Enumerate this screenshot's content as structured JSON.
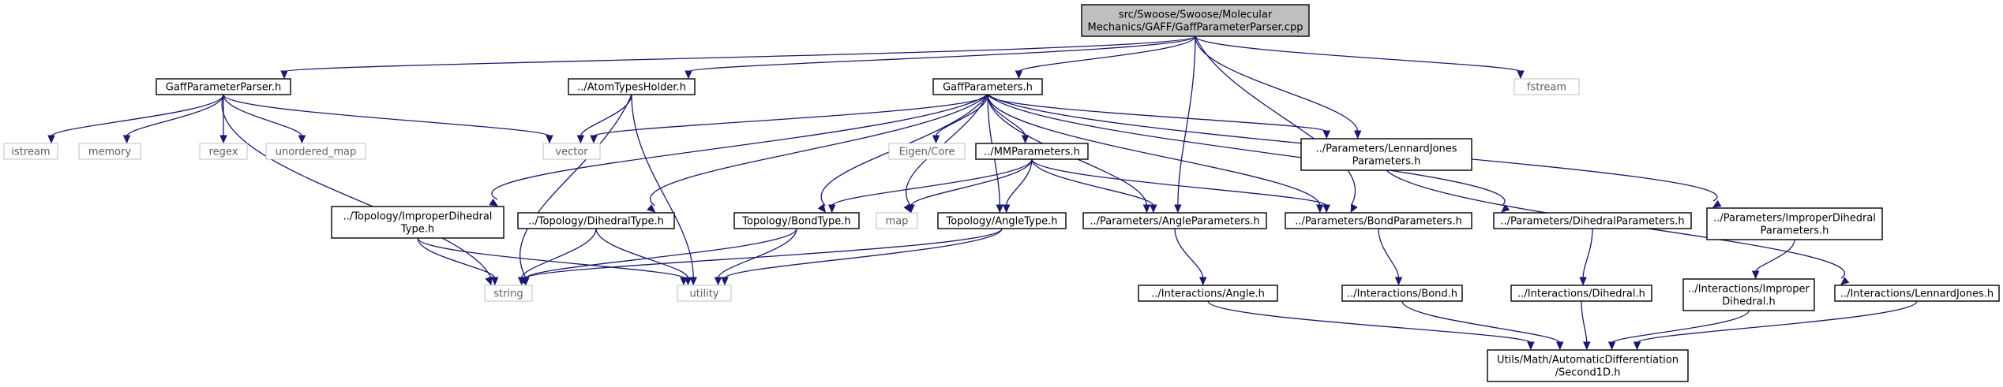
{
  "colors": {
    "edge": "#191970",
    "root_fill": "#bfbfbf",
    "node_border": "#000000",
    "external_border": "#bfbfbf",
    "external_text": "#5f5f5f"
  },
  "nodes": [
    {
      "id": "root",
      "lines": [
        "src/Swoose/Swoose/Molecular",
        "Mechanics/GAFF/GaffParameterParser.cpp"
      ],
      "kind": "root"
    },
    {
      "id": "gpp_h",
      "lines": [
        "GaffParameterParser.h"
      ],
      "kind": "file"
    },
    {
      "id": "ath_h",
      "lines": [
        "../AtomTypesHolder.h"
      ],
      "kind": "file"
    },
    {
      "id": "gp_h",
      "lines": [
        "GaffParameters.h"
      ],
      "kind": "file"
    },
    {
      "id": "fstream",
      "lines": [
        "fstream"
      ],
      "kind": "external"
    },
    {
      "id": "istream",
      "lines": [
        "istream"
      ],
      "kind": "external"
    },
    {
      "id": "memory",
      "lines": [
        "memory"
      ],
      "kind": "external"
    },
    {
      "id": "regex",
      "lines": [
        "regex"
      ],
      "kind": "external"
    },
    {
      "id": "unordered_map",
      "lines": [
        "unordered_map"
      ],
      "kind": "external"
    },
    {
      "id": "vector",
      "lines": [
        "vector"
      ],
      "kind": "external"
    },
    {
      "id": "eigen",
      "lines": [
        "Eigen/Core"
      ],
      "kind": "external"
    },
    {
      "id": "mmp_h",
      "lines": [
        "../MMParameters.h"
      ],
      "kind": "file"
    },
    {
      "id": "ljp_h",
      "lines": [
        "../Parameters/LennardJones",
        "Parameters.h"
      ],
      "kind": "file"
    },
    {
      "id": "tidt_h",
      "lines": [
        "../Topology/ImproperDihedral",
        "Type.h"
      ],
      "kind": "file"
    },
    {
      "id": "tdt_h",
      "lines": [
        "../Topology/DihedralType.h"
      ],
      "kind": "file"
    },
    {
      "id": "tbt_h",
      "lines": [
        "Topology/BondType.h"
      ],
      "kind": "file"
    },
    {
      "id": "map",
      "lines": [
        "map"
      ],
      "kind": "external"
    },
    {
      "id": "tat_h",
      "lines": [
        "Topology/AngleType.h"
      ],
      "kind": "file"
    },
    {
      "id": "pap_h",
      "lines": [
        "../Parameters/AngleParameters.h"
      ],
      "kind": "file"
    },
    {
      "id": "pbp_h",
      "lines": [
        "../Parameters/BondParameters.h"
      ],
      "kind": "file"
    },
    {
      "id": "pdp_h",
      "lines": [
        "../Parameters/DihedralParameters.h"
      ],
      "kind": "file"
    },
    {
      "id": "pidp_h",
      "lines": [
        "../Parameters/ImproperDihedral",
        "Parameters.h"
      ],
      "kind": "file"
    },
    {
      "id": "string",
      "lines": [
        "string"
      ],
      "kind": "external"
    },
    {
      "id": "utility",
      "lines": [
        "utility"
      ],
      "kind": "external"
    },
    {
      "id": "ia_h",
      "lines": [
        "../Interactions/Angle.h"
      ],
      "kind": "file"
    },
    {
      "id": "ib_h",
      "lines": [
        "../Interactions/Bond.h"
      ],
      "kind": "file"
    },
    {
      "id": "id_h",
      "lines": [
        "../Interactions/Dihedral.h"
      ],
      "kind": "file"
    },
    {
      "id": "iid_h",
      "lines": [
        "../Interactions/Improper",
        "Dihedral.h"
      ],
      "kind": "file"
    },
    {
      "id": "ilj_h",
      "lines": [
        "../Interactions/LennardJones.h"
      ],
      "kind": "file"
    },
    {
      "id": "ad_h",
      "lines": [
        "Utils/Math/AutomaticDifferentiation",
        "/Second1D.h"
      ],
      "kind": "file"
    }
  ],
  "edges": [
    [
      "root",
      "gpp_h"
    ],
    [
      "root",
      "ath_h"
    ],
    [
      "root",
      "gp_h"
    ],
    [
      "root",
      "fstream"
    ],
    [
      "root",
      "ljp_h"
    ],
    [
      "root",
      "pap_h"
    ],
    [
      "root",
      "pbp_h"
    ],
    [
      "gpp_h",
      "istream"
    ],
    [
      "gpp_h",
      "memory"
    ],
    [
      "gpp_h",
      "regex"
    ],
    [
      "gpp_h",
      "unordered_map"
    ],
    [
      "gpp_h",
      "vector"
    ],
    [
      "gpp_h",
      "string"
    ],
    [
      "ath_h",
      "vector"
    ],
    [
      "ath_h",
      "string"
    ],
    [
      "ath_h",
      "utility"
    ],
    [
      "gp_h",
      "vector"
    ],
    [
      "gp_h",
      "eigen"
    ],
    [
      "gp_h",
      "mmp_h"
    ],
    [
      "gp_h",
      "ljp_h"
    ],
    [
      "gp_h",
      "tidt_h"
    ],
    [
      "gp_h",
      "tdt_h"
    ],
    [
      "gp_h",
      "tbt_h"
    ],
    [
      "gp_h",
      "map"
    ],
    [
      "gp_h",
      "tat_h"
    ],
    [
      "gp_h",
      "pap_h"
    ],
    [
      "gp_h",
      "pbp_h"
    ],
    [
      "gp_h",
      "pdp_h"
    ],
    [
      "gp_h",
      "pidp_h"
    ],
    [
      "mmp_h",
      "tbt_h"
    ],
    [
      "mmp_h",
      "map"
    ],
    [
      "mmp_h",
      "tat_h"
    ],
    [
      "mmp_h",
      "pap_h"
    ],
    [
      "mmp_h",
      "pbp_h"
    ],
    [
      "ljp_h",
      "ilj_h"
    ],
    [
      "tidt_h",
      "string"
    ],
    [
      "tidt_h",
      "utility"
    ],
    [
      "tdt_h",
      "string"
    ],
    [
      "tdt_h",
      "utility"
    ],
    [
      "tbt_h",
      "string"
    ],
    [
      "tbt_h",
      "utility"
    ],
    [
      "tat_h",
      "string"
    ],
    [
      "tat_h",
      "utility"
    ],
    [
      "pap_h",
      "ia_h"
    ],
    [
      "pbp_h",
      "ib_h"
    ],
    [
      "pdp_h",
      "id_h"
    ],
    [
      "pidp_h",
      "iid_h"
    ],
    [
      "ia_h",
      "ad_h"
    ],
    [
      "ib_h",
      "ad_h"
    ],
    [
      "id_h",
      "ad_h"
    ],
    [
      "iid_h",
      "ad_h"
    ],
    [
      "ilj_h",
      "ad_h"
    ]
  ]
}
